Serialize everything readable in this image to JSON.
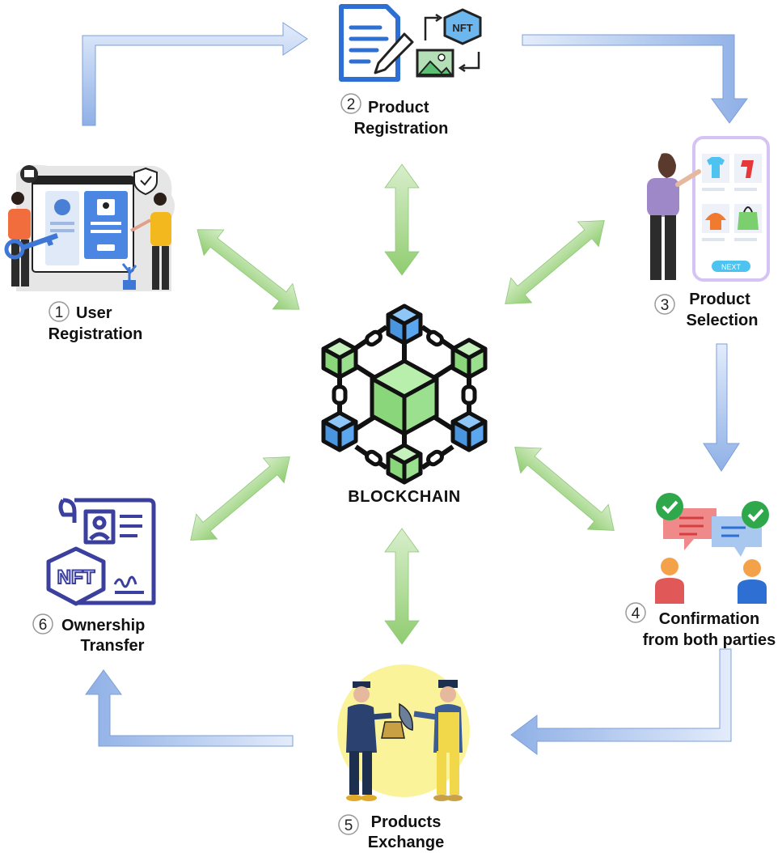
{
  "center": {
    "label": "BLOCKCHAIN"
  },
  "steps": [
    {
      "number": "1",
      "line1": "User",
      "line2": "Registration"
    },
    {
      "number": "2",
      "line1": "Product",
      "line2": "Registration"
    },
    {
      "number": "3",
      "line1": "Product",
      "line2": "Selection"
    },
    {
      "number": "4",
      "line1": "Confirmation",
      "line2": "from both parties"
    },
    {
      "number": "5",
      "line1": "Products",
      "line2": "Exchange"
    },
    {
      "number": "6",
      "line1": "Ownership",
      "line2": "Transfer"
    }
  ],
  "icons": {
    "product_nft_badge": "NFT",
    "phone_button": "NEXT",
    "certificate_badge": "NFT"
  },
  "colors": {
    "flow_arrow": "#a9c4ec",
    "flow_arrow_edge": "#6f96d6",
    "link_arrow": "#a6d68a",
    "block_green": "#9be08e",
    "block_blue": "#5aa7f0"
  }
}
